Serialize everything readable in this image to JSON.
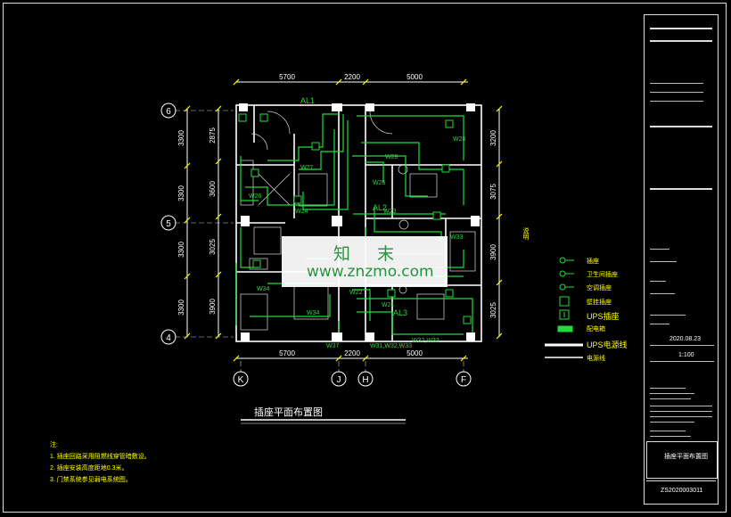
{
  "drawing": {
    "title": "插座平面布置图",
    "dimensions": {
      "top": [
        "5700",
        "2200",
        "5000"
      ],
      "bottom": [
        "5700",
        "2200",
        "5000"
      ],
      "left_outer": [
        "3300",
        "3300",
        "3300",
        "3300"
      ],
      "left_inner": [
        "2875",
        "3600",
        "3025",
        "3900"
      ],
      "right": [
        "3200",
        "3075",
        "3900",
        "3025"
      ]
    },
    "grid_rows": [
      "6",
      "5",
      "4"
    ],
    "grid_cols": [
      "K",
      "J",
      "H",
      "F"
    ],
    "panels": [
      "AL1",
      "AL2",
      "AL3"
    ],
    "circuits": [
      "W27",
      "W28",
      "W29",
      "W25",
      "W26",
      "W24",
      "W23",
      "W22",
      "W34",
      "W33",
      "W21",
      "W31,W32,W33",
      "W32,W33",
      "W34",
      "W37"
    ]
  },
  "watermark": {
    "name": "知 末",
    "url": "www.znzmo.com"
  },
  "legend": {
    "items": [
      {
        "symbol": "socket",
        "label": "插座"
      },
      {
        "symbol": "socket",
        "label": "卫生间插座"
      },
      {
        "symbol": "socket",
        "label": "空调插座"
      },
      {
        "symbol": "box",
        "label": "壁挂插座"
      },
      {
        "symbol": "box-u",
        "label": "UPS插座"
      },
      {
        "symbol": "panel",
        "label": "配电箱"
      },
      {
        "symbol": "line-ups",
        "label": "UPS电源线"
      },
      {
        "symbol": "line",
        "label": "电源线"
      }
    ]
  },
  "notes": {
    "heading": "注:",
    "lines": [
      "1. 插座回路采用阻燃线穿管暗敷设。",
      "2. 插座安装高度距地0.3米。",
      "3. 门禁系统参见弱电系统图。"
    ]
  },
  "title_block": {
    "date": "2020.08.23",
    "scale": "1:100",
    "drawing_name": "插座平面布置图",
    "drawing_number": "ZS2020003011",
    "vertical_note": "说明"
  },
  "colors": {
    "wiring": "#1fdc3a",
    "walls": "#ffffff",
    "dimensions": "#ffff00",
    "grid": "#dddddd"
  }
}
